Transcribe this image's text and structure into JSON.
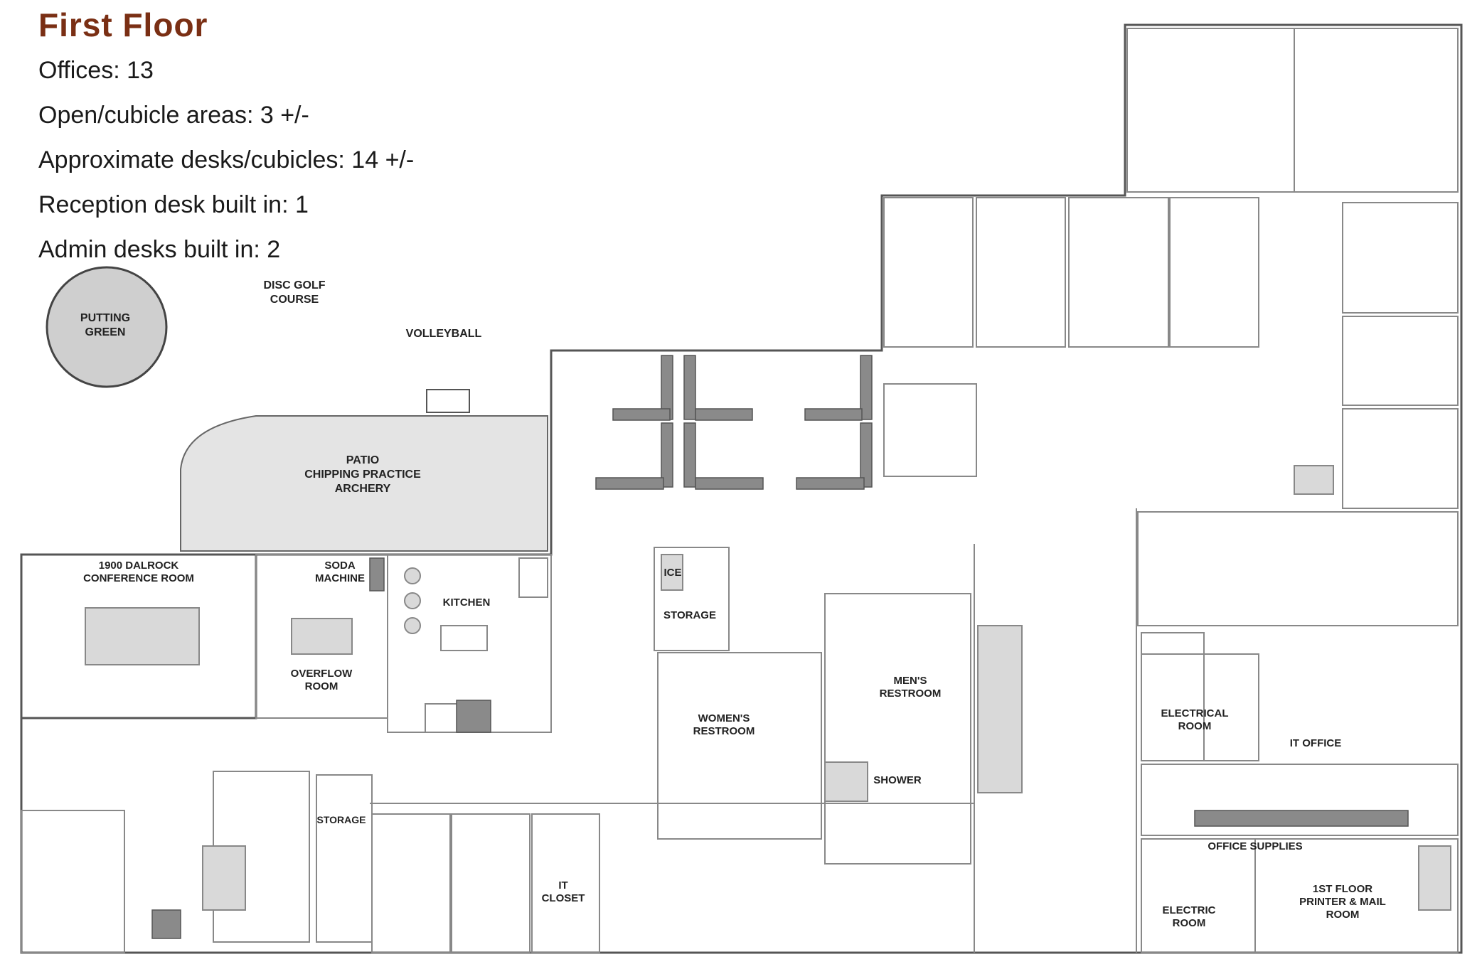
{
  "header": {
    "title": "First Floor",
    "stats": [
      "Offices: 13",
      "Open/cubicle areas: 3 +/-",
      "Approximate desks/cubicles: 14 +/-",
      "Reception desk built in: 1",
      "Admin desks built in: 2"
    ]
  },
  "labels": {
    "putting_green": [
      "PUTTING",
      "GREEN"
    ],
    "disc_golf": [
      "DISC GOLF",
      "COURSE"
    ],
    "volleyball": "VOLLEYBALL",
    "patio": [
      "PATIO",
      "CHIPPING PRACTICE",
      "ARCHERY"
    ],
    "conference": [
      "1900 DALROCK",
      "CONFERENCE ROOM"
    ],
    "soda": [
      "SODA",
      "MACHINE"
    ],
    "overflow": [
      "OVERFLOW",
      "ROOM"
    ],
    "kitchen": "KITCHEN",
    "ice": "ICE",
    "storage": "STORAGE",
    "womens": [
      "WOMEN'S",
      "RESTROOM"
    ],
    "mens": [
      "MEN'S",
      "RESTROOM"
    ],
    "shower": "SHOWER",
    "storage2": "STORAGE",
    "it_closet": [
      "IT",
      "CLOSET"
    ],
    "electrical": [
      "ELECTRICAL",
      "ROOM"
    ],
    "it_office": "IT OFFICE",
    "office_supplies": "OFFICE SUPPLIES",
    "electric": [
      "ELECTRIC",
      "ROOM"
    ],
    "printer_mail": [
      "1ST FLOOR",
      "PRINTER & MAIL",
      "ROOM"
    ]
  },
  "colors": {
    "title": "#7a2f14",
    "wall": "#555555",
    "fill_gray": "#d9d9d9"
  }
}
